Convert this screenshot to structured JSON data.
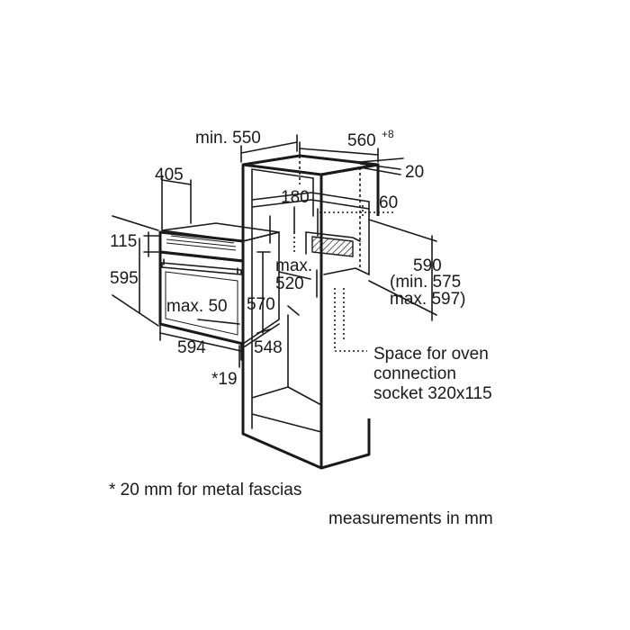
{
  "dims": {
    "min550": "min. 550",
    "w560": "560",
    "w560_tol": "+8",
    "d20": "20",
    "w405": "405",
    "h180": "180",
    "h60": "60",
    "h115": "115",
    "h595": "595",
    "max520_a": "max.",
    "max520_b": "520",
    "max50": "max. 50",
    "h570": "570",
    "w594": "594",
    "w548": "548",
    "star19": "*19",
    "h590_a": "590",
    "h590_b": "(min. 575",
    "h590_c": "max. 597)"
  },
  "socket_note": {
    "line1": "Space for oven",
    "line2": "connection",
    "line3": "socket 320x115"
  },
  "footnote": "* 20 mm for metal fascias",
  "units_note": "measurements in mm"
}
